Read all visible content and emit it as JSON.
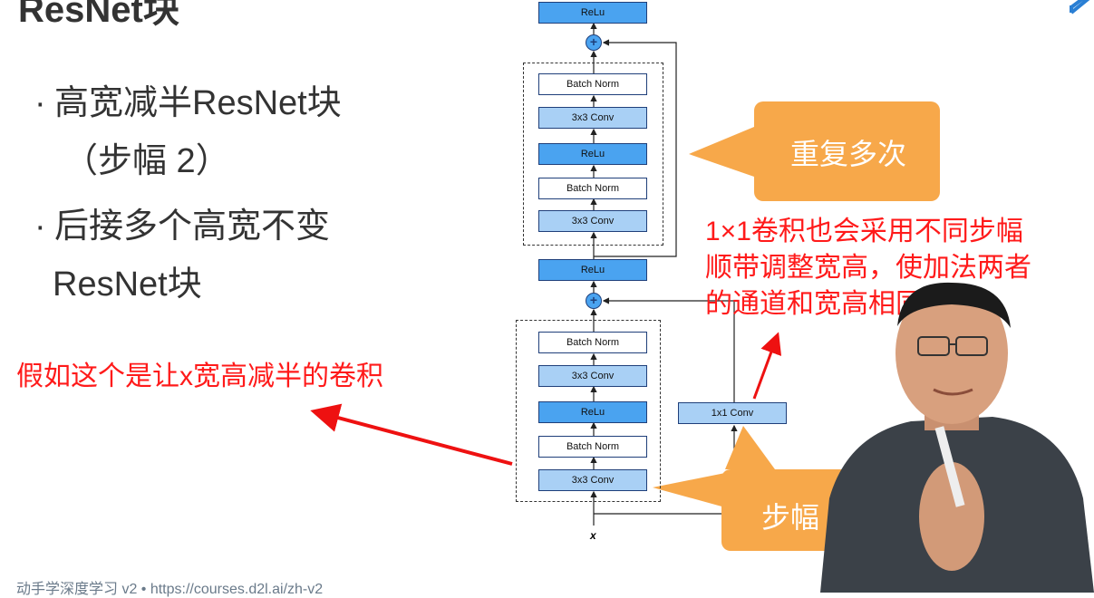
{
  "slide": {
    "title": "ResNet块",
    "bullets": [
      {
        "line1": "高宽减半ResNet块",
        "line2": "（步幅 2）"
      },
      {
        "line1": "后接多个高宽不变",
        "line2": "ResNet块"
      }
    ],
    "footer": "动手学深度学习 v2 • https://courses.d2l.ai/zh-v2"
  },
  "annotations": {
    "red_note_left": "假如这个是让x宽高减半的卷积",
    "red_note_right_lines": [
      "1×1卷积也会采用不同步幅",
      "顺带调整宽高，使加法两者",
      "的通道和宽高相同"
    ]
  },
  "callouts": {
    "repeat": "重复多次",
    "stride": "步幅 2"
  },
  "diagram": {
    "top_relu": "ReLu",
    "upper_block": [
      "Batch Norm",
      "3x3 Conv",
      "ReLu",
      "Batch Norm",
      "3x3 Conv"
    ],
    "middle_relu": "ReLu",
    "lower_block": [
      "Batch Norm",
      "3x3 Conv",
      "ReLu",
      "Batch Norm",
      "3x3 Conv"
    ],
    "shortcut_conv": "1x1 Conv",
    "input_label": "x",
    "plus_symbol": "+"
  },
  "colors": {
    "conv_fill": "#a9d0f5",
    "relu_fill": "#4aa3f0",
    "callout_fill": "#f7a84a",
    "annotation_red": "#ff1a1a"
  }
}
